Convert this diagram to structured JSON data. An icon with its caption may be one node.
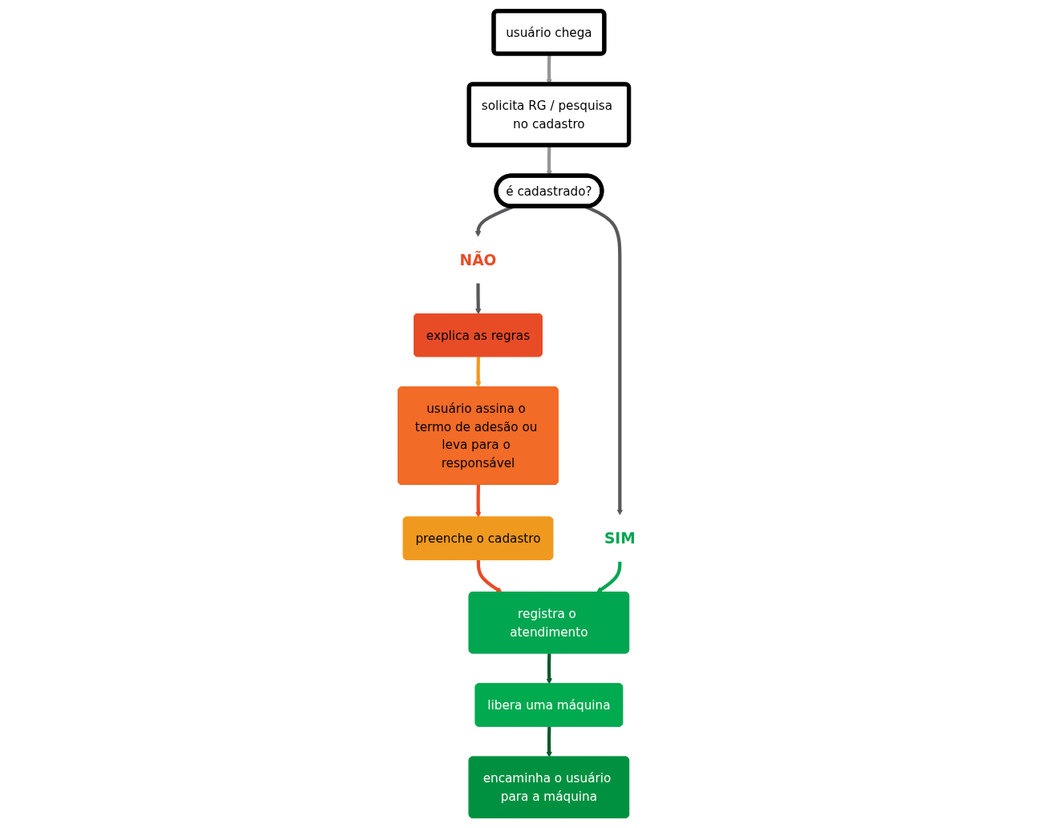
{
  "diagram": {
    "nodes": [
      {
        "text": [
          "usuário chega"
        ]
      },
      {
        "text": [
          "solicita RG / pesquisa no cadastro"
        ]
      },
      {
        "text": [
          "é cadastrado?"
        ]
      },
      {
        "text": [
          "SIM"
        ]
      },
      {
        "text": [
          "NÃO"
        ]
      },
      {
        "text": [
          "explica as regras"
        ]
      },
      {
        "text": [
          "usuário assina o termo de adesão ou leva para o responsável"
        ]
      },
      {
        "text": [
          "preenche o cadastro"
        ]
      },
      {
        "text": [
          "registra o atendimento"
        ]
      },
      {
        "text": [
          "libera uma máquina"
        ]
      },
      {
        "text": [
          "encaminha o usuário para a máquina"
        ]
      }
    ],
    "edges": [
      {
        "from": 0,
        "to": 1,
        "arrow": "to",
        "color": "#939598"
      },
      {
        "from": 1,
        "to": 2,
        "arrow": "to",
        "color": "#939598"
      },
      {
        "from": 2,
        "to": 3,
        "arrow": "to"
      },
      {
        "from": 2,
        "to": 4,
        "arrow": "to"
      },
      {
        "from": 4,
        "to": 5,
        "arrow": "to"
      },
      {
        "from": 5,
        "to": 6,
        "arrow": "to",
        "color": "#f0991f"
      },
      {
        "from": 6,
        "to": 7,
        "arrow": "to",
        "color": "#e84c27"
      },
      {
        "from": 7,
        "to": 8,
        "arrow": "to",
        "color": "#e84c27"
      },
      {
        "from": 3,
        "to": 8,
        "arrow": "to",
        "color": "#00a650"
      },
      {
        "from": 8,
        "to": 9,
        "arrow": "to",
        "color": "#0a5a2e"
      },
      {
        "from": 9,
        "to": 10,
        "arrow": "to",
        "color": "#0a5a2e"
      }
    ]
  }
}
